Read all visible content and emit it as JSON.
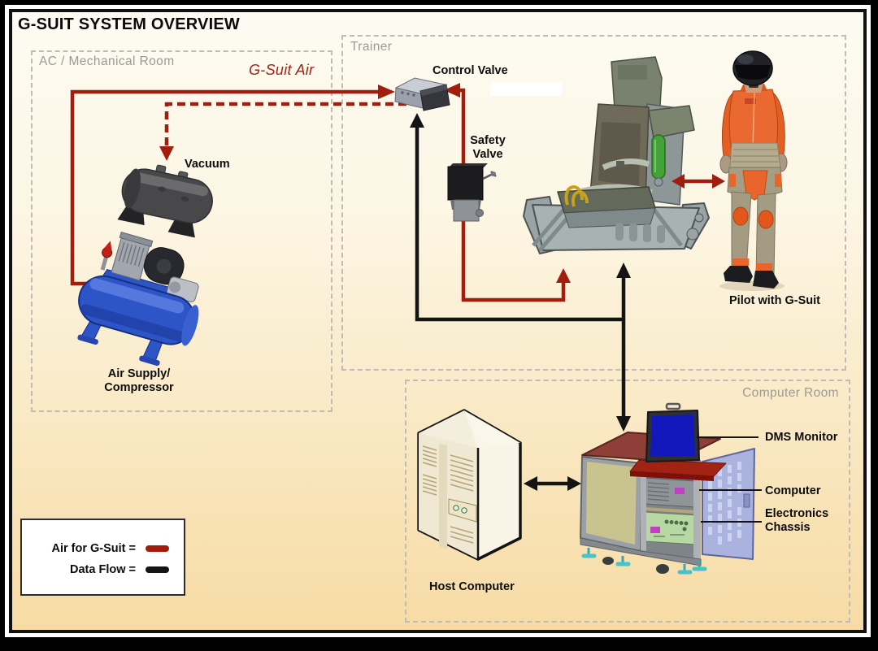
{
  "title": "G-SUIT SYSTEM OVERVIEW",
  "rooms": {
    "mechanical": {
      "label": "AC / Mechanical Room"
    },
    "trainer": {
      "label": "Trainer"
    },
    "computer": {
      "label": "Computer Room"
    }
  },
  "flow": {
    "gsuit_air": "G-Suit Air"
  },
  "components": {
    "control_valve": "Control Valve",
    "safety_valve": [
      "Safety",
      "Valve"
    ],
    "vacuum": "Vacuum",
    "air_supply": [
      "Air Supply/",
      "Compressor"
    ],
    "pilot": "Pilot with G-Suit",
    "host_computer": "Host Computer",
    "dms_monitor": "DMS Monitor",
    "computer": "Computer",
    "electronics_chassis": [
      "Electronics",
      "Chassis"
    ]
  },
  "legend": {
    "air": {
      "label": "Air for G-Suit =",
      "color": "#a11d0e"
    },
    "data": {
      "label": "Data Flow =",
      "color": "#141414"
    }
  }
}
